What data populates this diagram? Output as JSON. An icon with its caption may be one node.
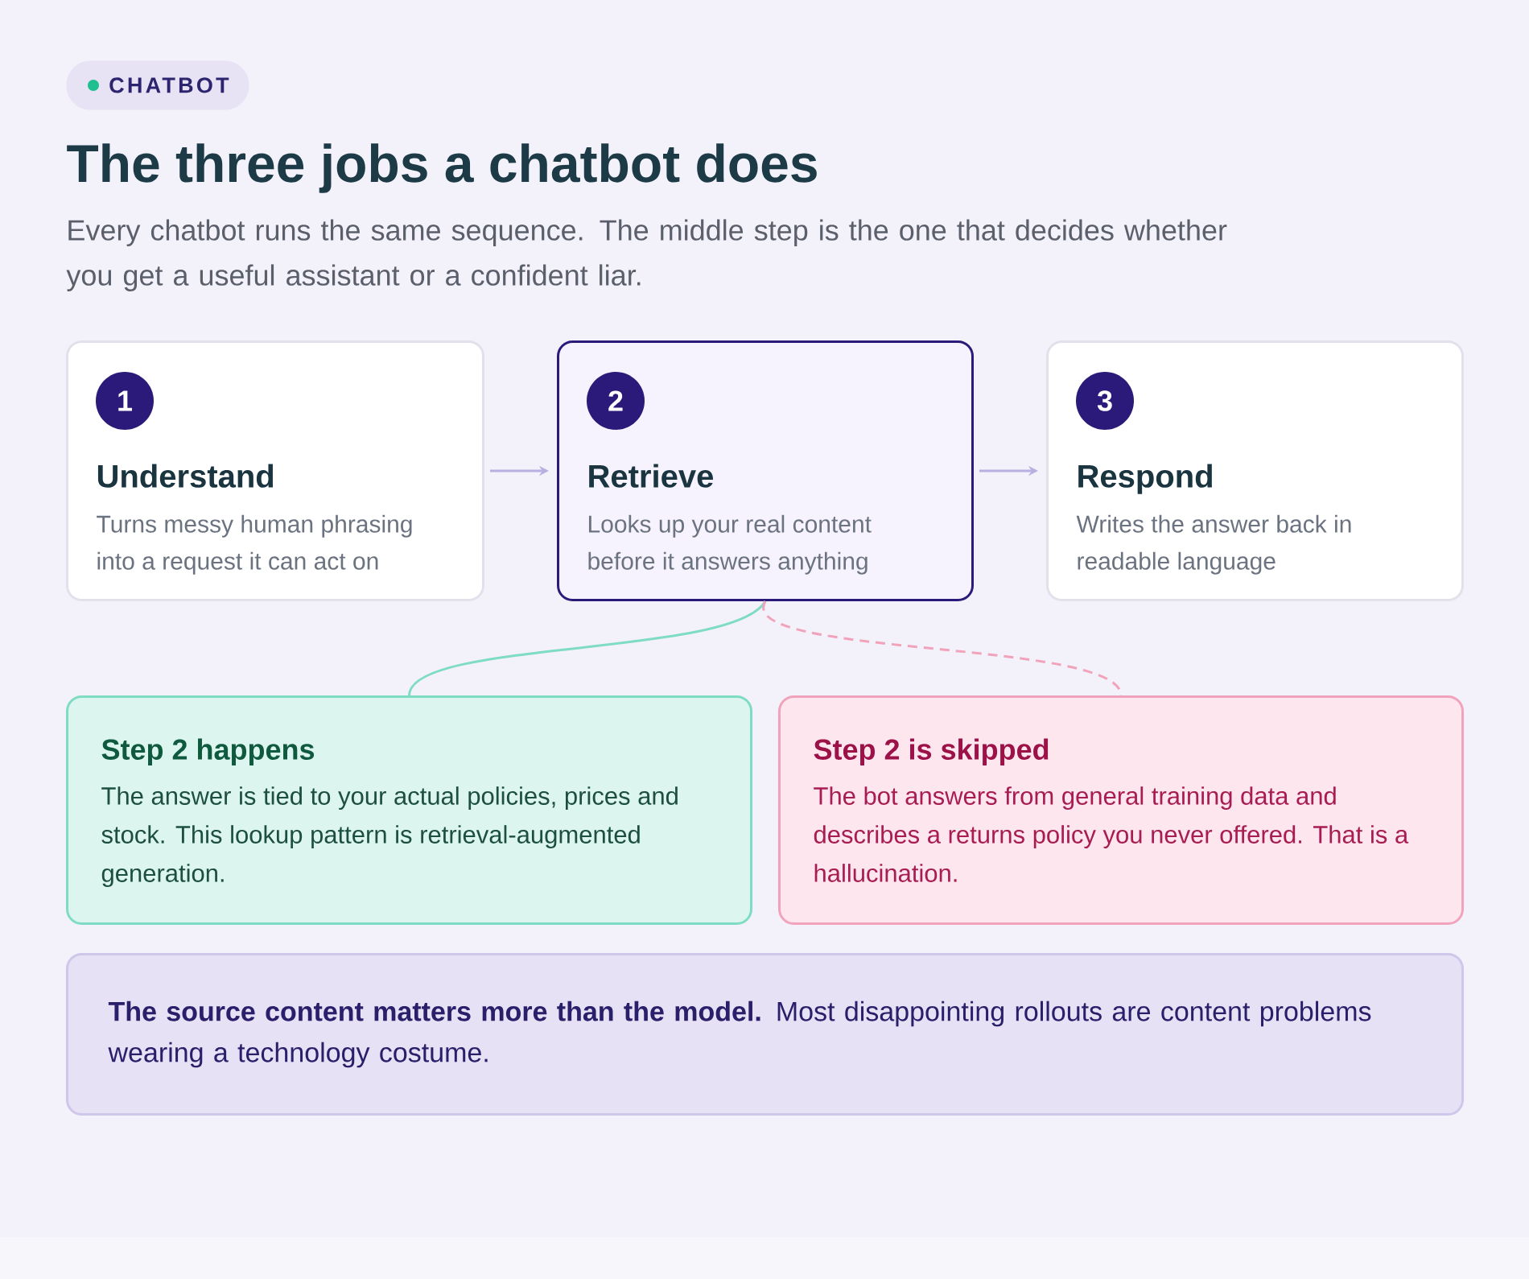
{
  "diagram": {
    "title": "The three jobs a chatbot does",
    "nodes": [
      {
        "text": [
          "CHATBOT"
        ]
      },
      {
        "text": [
          "Understand",
          "Turns messy human phrasing into a request it can act on"
        ]
      },
      {
        "text": [
          "1"
        ],
        "in": 1
      },
      {
        "text": [
          "Retrieve",
          "Looks up your real content before it answers anything"
        ]
      },
      {
        "text": [
          "2"
        ],
        "in": 3
      },
      {
        "text": [
          "Respond",
          "Writes the answer back in readable language"
        ]
      },
      {
        "text": [
          "3"
        ],
        "in": 5
      },
      {
        "text": [
          "Step 2 happens",
          "The answer is tied to your actual policies, prices and stock. This lookup pattern is retrieval-augmented generation."
        ]
      },
      {
        "text": [
          "Step 2 is skipped",
          "The bot answers from general training data and describes a returns policy you never offered. That is a hallucination."
        ]
      },
      {
        "text": [
          "**The source content matters more than the model.** Most disappointing rollouts are content problems wearing a technology costume."
        ]
      }
    ],
    "edges": [
      {
        "from": 1,
        "to": 3,
        "arrow": "to"
      },
      {
        "from": 3,
        "to": 5,
        "arrow": "to"
      },
      {
        "from": 3,
        "to": 7,
        "arrow": "none",
        "color": "#7fdcc4"
      },
      {
        "from": 3,
        "to": 8,
        "arrow": "none",
        "style": "dashed",
        "color": "#f0a3bb"
      }
    ],
    "labels": [
      "Every chatbot runs the same sequence. The middle step is the one that decides whether you get a useful assistant or a confident liar."
    ]
  }
}
